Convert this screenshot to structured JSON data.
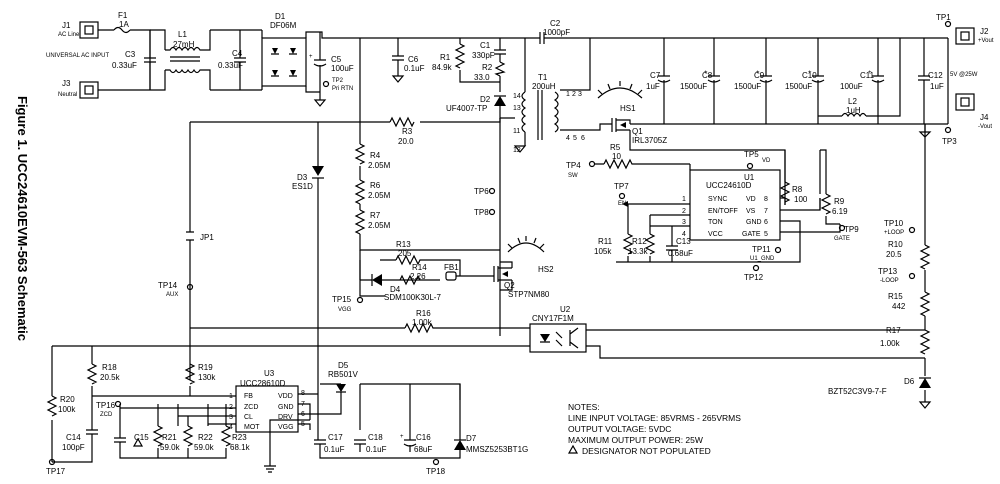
{
  "title": "Figure 1. UCC24610EVM-563 Schematic",
  "connectors": {
    "J1": {
      "ref": "J1",
      "text": "AC Line"
    },
    "J3": {
      "ref": "J3",
      "text": "Neutral"
    },
    "J2": {
      "ref": "J2",
      "text": "+Vout"
    },
    "J4": {
      "ref": "J4",
      "text": "-Vout"
    }
  },
  "input_label": "UNIVERSAL AC INPUT",
  "output_label": "5V @25W",
  "components": {
    "F1": [
      "F1",
      "1A"
    ],
    "L1": [
      "L1",
      "27mH"
    ],
    "D1": [
      "D1",
      "DF06M"
    ],
    "C3": [
      "C3",
      "0.33uF"
    ],
    "C4": [
      "C4",
      "0.33uF"
    ],
    "C5": [
      "C5",
      "100uF"
    ],
    "C6": [
      "C6",
      "0.1uF"
    ],
    "R1": [
      "R1",
      "84.9k"
    ],
    "C1": [
      "C1",
      "330pF"
    ],
    "R2": [
      "R2",
      "33.0"
    ],
    "D2": [
      "D2",
      "UF4007-TP"
    ],
    "C2": [
      "C2",
      "1000pF"
    ],
    "T1": [
      "T1",
      "200uH"
    ],
    "R3": [
      "R3",
      "20.0"
    ],
    "D3": [
      "D3",
      "ES1D"
    ],
    "R4": [
      "R4",
      "2.05M"
    ],
    "R6": [
      "R6",
      "2.05M"
    ],
    "R7": [
      "R7",
      "2.05M"
    ],
    "R13": [
      "R13",
      "205"
    ],
    "R14": [
      "R14",
      "2.26"
    ],
    "D4": [
      "D4",
      "SDM100K30L-7"
    ],
    "FB1": [
      "FB1",
      ""
    ],
    "Q2": [
      "Q2",
      "STP7NM80"
    ],
    "HS2": [
      "HS2",
      ""
    ],
    "R16": [
      "R16",
      "1.00k"
    ],
    "U2": [
      "U2",
      "CNY17F1M"
    ],
    "C7": [
      "C7",
      "1uF"
    ],
    "C8": [
      "C8",
      "1500uF"
    ],
    "C9": [
      "C9",
      "1500uF"
    ],
    "C10": [
      "C10",
      "1500uF"
    ],
    "C11": [
      "C11",
      "100uF"
    ],
    "C12": [
      "C12",
      "1uF"
    ],
    "L2": [
      "L2",
      "1uH"
    ],
    "HS1": [
      "HS1",
      ""
    ],
    "Q1": [
      "Q1",
      "IRL3705Z"
    ],
    "R5": [
      "R5",
      "10"
    ],
    "R8": [
      "R8",
      "100"
    ],
    "R9": [
      "R9",
      "6.19"
    ],
    "R11": [
      "R11",
      "105k"
    ],
    "R12": [
      "R12",
      "13.3k"
    ],
    "C13": [
      "C13",
      "0.68uF"
    ],
    "R10": [
      "R10",
      "20.5"
    ],
    "R15": [
      "R15",
      "442"
    ],
    "R17": [
      "R17",
      "1.00k"
    ],
    "D6": [
      "D6",
      "BZT52C3V9-7-F"
    ],
    "JP1": [
      "JP1",
      ""
    ],
    "R18": [
      "R18",
      "20.5k"
    ],
    "R19": [
      "R19",
      "130k"
    ],
    "R20": [
      "R20",
      "100k"
    ],
    "C14": [
      "C14",
      "100pF"
    ],
    "C15": [
      "C15",
      ""
    ],
    "R21": [
      "R21",
      "59.0k"
    ],
    "R22": [
      "R22",
      "59.0k"
    ],
    "R23": [
      "R23",
      "68.1k"
    ],
    "D5": [
      "D5",
      "RB501V"
    ],
    "C17": [
      "C17",
      "0.1uF"
    ],
    "C18": [
      "C18",
      "0.1uF"
    ],
    "C16": [
      "C16",
      "68uF"
    ],
    "D7": [
      "D7",
      "MMSZ5253BT1G"
    ]
  },
  "u1": {
    "ref": "U1",
    "part": "UCC24610D",
    "pins": [
      {
        "num": "1",
        "name": "SYNC"
      },
      {
        "num": "2",
        "name": "EN/TOFF"
      },
      {
        "num": "3",
        "name": "TON"
      },
      {
        "num": "4",
        "name": "VCC"
      },
      {
        "num": "8",
        "name": "VD"
      },
      {
        "num": "7",
        "name": "VS"
      },
      {
        "num": "6",
        "name": "GND"
      },
      {
        "num": "5",
        "name": "GATE"
      }
    ]
  },
  "u3": {
    "ref": "U3",
    "part": "UCC28610D",
    "pins": [
      {
        "num": "1",
        "name": "FB"
      },
      {
        "num": "2",
        "name": "ZCD"
      },
      {
        "num": "3",
        "name": "CL"
      },
      {
        "num": "4",
        "name": "MOT"
      },
      {
        "num": "8",
        "name": "VDD"
      },
      {
        "num": "7",
        "name": "GND"
      },
      {
        "num": "6",
        "name": "DRV"
      },
      {
        "num": "5",
        "name": "VGG"
      }
    ]
  },
  "testpoints": {
    "TP1": [
      "TP1",
      ""
    ],
    "TP2": [
      "TP2",
      "Pri RTN"
    ],
    "TP3": [
      "TP3",
      ""
    ],
    "TP4": [
      "TP4",
      "SW"
    ],
    "TP5": [
      "TP5",
      "VD"
    ],
    "TP6": [
      "TP6",
      ""
    ],
    "TP7": [
      "TP7",
      "EN"
    ],
    "TP8": [
      "TP8",
      ""
    ],
    "TP9": [
      "TP9",
      "GATE"
    ],
    "TP10": [
      "TP10",
      "+LOOP"
    ],
    "TP11": [
      "TP11",
      "U1_GND"
    ],
    "TP12": [
      "TP12",
      ""
    ],
    "TP13": [
      "TP13",
      "-LOOP"
    ],
    "TP14": [
      "TP14",
      "AUX"
    ],
    "TP15": [
      "TP15",
      "VGG"
    ],
    "TP16": [
      "TP16",
      "ZCD"
    ],
    "TP17": [
      "TP17",
      ""
    ],
    "TP18": [
      "TP18",
      ""
    ]
  },
  "transformer_pins": [
    "14",
    "13",
    "11",
    "12",
    "1",
    "2",
    "3",
    "4",
    "5",
    "6"
  ],
  "notes": [
    "NOTES:",
    "LINE INPUT VOLTAGE: 85VRMS - 265VRMS",
    "OUTPUT VOLTAGE: 5VDC",
    "MAXIMUM OUTPUT POWER: 25W",
    "DESIGNATOR NOT POPULATED"
  ],
  "notes_icon": "warning-triangle-icon"
}
